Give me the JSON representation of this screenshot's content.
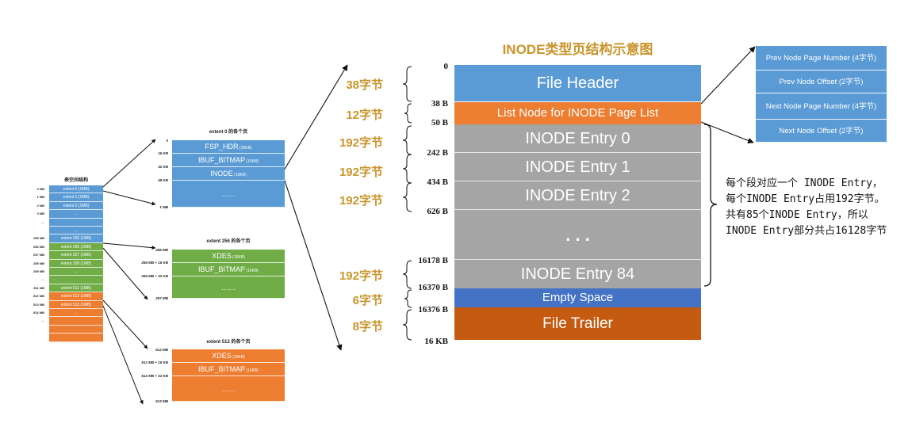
{
  "title": "INODE类型页结构示意图",
  "tablespace": {
    "title": "表空间结构",
    "rows": [
      {
        "offset": "0 MB",
        "label": "extent 0",
        "size": "(1MB)",
        "color": "blue"
      },
      {
        "offset": "1 MB",
        "label": "extent 1",
        "size": "(1MB)",
        "color": "blue"
      },
      {
        "offset": "2 MB",
        "label": "extent 2",
        "size": "(1MB)",
        "color": "blue"
      },
      {
        "offset": "3 MB",
        "label": "…",
        "size": "",
        "color": "blue"
      },
      {
        "offset": "…",
        "label": "",
        "size": "",
        "color": "blue"
      },
      {
        "offset": "",
        "label": "…",
        "size": "",
        "color": "blue"
      },
      {
        "offset": "255 MB",
        "label": "extent 255",
        "size": "(1MB)",
        "color": "blue"
      },
      {
        "offset": "256 MB",
        "label": "extent 256",
        "size": "(1MB)",
        "color": "green"
      },
      {
        "offset": "257 MB",
        "label": "extent 257",
        "size": "(1MB)",
        "color": "green"
      },
      {
        "offset": "258 MB",
        "label": "extent 258",
        "size": "(1MB)",
        "color": "green"
      },
      {
        "offset": "259 MB",
        "label": "…",
        "size": "",
        "color": "green"
      },
      {
        "offset": "…",
        "label": "",
        "size": "",
        "color": "green"
      },
      {
        "offset": "511 MB",
        "label": "extent 511",
        "size": "(1MB)",
        "color": "green"
      },
      {
        "offset": "512 MB",
        "label": "extent 512",
        "size": "(1MB)",
        "color": "orange"
      },
      {
        "offset": "513 MB",
        "label": "extent 513",
        "size": "(1MB)",
        "color": "orange"
      },
      {
        "offset": "514 MB",
        "label": "…",
        "size": "",
        "color": "orange"
      },
      {
        "offset": "…",
        "label": "",
        "size": "",
        "color": "orange"
      },
      {
        "offset": "",
        "label": "",
        "size": "",
        "color": "orange"
      },
      {
        "offset": "",
        "label": "",
        "size": "",
        "color": "orange"
      }
    ]
  },
  "extents": [
    {
      "title": "extent 0 的各个页",
      "color": "blue",
      "top_offset": "0",
      "bottom_offset": "1 MB",
      "pages": [
        {
          "offset": "16 KB",
          "label": "FSP_HDR",
          "size": "(16KB)"
        },
        {
          "offset": "32 KB",
          "label": "IBUF_BITMAP",
          "size": "(16KB)"
        },
        {
          "offset": "48 KB",
          "label": "INODE",
          "size": "(16KB)"
        },
        {
          "offset": "…",
          "label": "……",
          "size": ""
        }
      ]
    },
    {
      "title": "extent 256 的各个页",
      "color": "green",
      "top_offset": "256 MB",
      "bottom_offset": "257 MB",
      "pages": [
        {
          "offset": "256 MB + 16 KB",
          "label": "XDES",
          "size": "(16KB)"
        },
        {
          "offset": "256 MB + 32 KB",
          "label": "IBUF_BITMAP",
          "size": "(16KB)"
        },
        {
          "offset": "",
          "label": "……",
          "size": ""
        }
      ]
    },
    {
      "title": "extent 512 的各个页",
      "color": "orange",
      "top_offset": "512 MB",
      "bottom_offset": "513 MB",
      "pages": [
        {
          "offset": "512 MB + 16 KB",
          "label": "XDES",
          "size": "(16KB)"
        },
        {
          "offset": "512 MB + 32 KB",
          "label": "IBUF_BITMAP",
          "size": "(16KB)"
        },
        {
          "offset": "…",
          "label": "……",
          "size": ""
        }
      ]
    }
  ],
  "inode_page": {
    "rows": [
      {
        "label": "File Header",
        "color": "#5b9bd5"
      },
      {
        "label": "List Node for INODE Page List",
        "color": "#ed7d31"
      },
      {
        "label": "INODE Entry 0",
        "color": "#a5a5a5"
      },
      {
        "label": "INODE Entry 1",
        "color": "#a5a5a5"
      },
      {
        "label": "INODE Entry 2",
        "color": "#a5a5a5"
      },
      {
        "label": ". . .",
        "color": "#a5a5a5"
      },
      {
        "label": "INODE Entry 84",
        "color": "#a5a5a5"
      },
      {
        "label": "Empty Space",
        "color": "#4472c4"
      },
      {
        "label": "File Trailer",
        "color": "#c55a11"
      }
    ],
    "byte_labels": [
      "0",
      "38 B",
      "50 B",
      "242 B",
      "434 B",
      "626 B",
      "16178 B",
      "16370 B",
      "16376 B",
      "16 KB"
    ],
    "size_labels": [
      "38字节",
      "12字节",
      "192字节",
      "192字节",
      "192字节",
      "192字节",
      "6字节",
      "8字节"
    ]
  },
  "list_node": {
    "fields": [
      "Prev Node Page Number (4字节)",
      "Prev Node Offset (2字节)",
      "Next Node Page Number (4字节)",
      "Next Node Offset (2字节)"
    ]
  },
  "note": {
    "lines": [
      "每个段对应一个 INODE Entry，",
      "每个INODE Entry占用192字节。",
      "共有85个INODE Entry，所以",
      "INODE Entry部分共占16128字节"
    ]
  },
  "colors": {
    "blue": "#5b9bd5",
    "green": "#70ad47",
    "orange": "#ed7d31",
    "gray": "#a5a5a5",
    "accent_text": "#c9952b",
    "title_text": "#c9952b"
  }
}
